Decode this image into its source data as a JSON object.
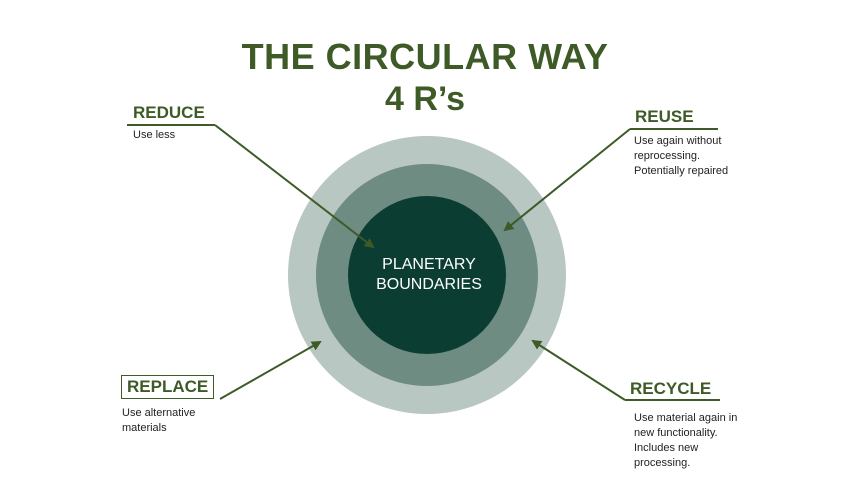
{
  "title": {
    "line1": "THE CIRCULAR WAY",
    "line2": "4 R’s"
  },
  "center": {
    "label": "PLANETARY\nBOUNDARIES"
  },
  "items": {
    "reduce": {
      "heading": "REDUCE",
      "description": "Use less"
    },
    "reuse": {
      "heading": "REUSE",
      "description": "Use again without\nreprocessing.\nPotentially repaired"
    },
    "replace": {
      "heading": "REPLACE",
      "description": "Use alternative\nmaterials"
    },
    "recycle": {
      "heading": "RECYCLE",
      "description": "Use material again in\nnew functionality.\nIncludes new\nprocessing."
    }
  },
  "colors": {
    "title": "#3d5a27",
    "ring_outer": "#b8c7c1",
    "ring_middle": "#6e8c82",
    "ring_inner": "#0b3d33",
    "arrow": "#3d5a27"
  }
}
